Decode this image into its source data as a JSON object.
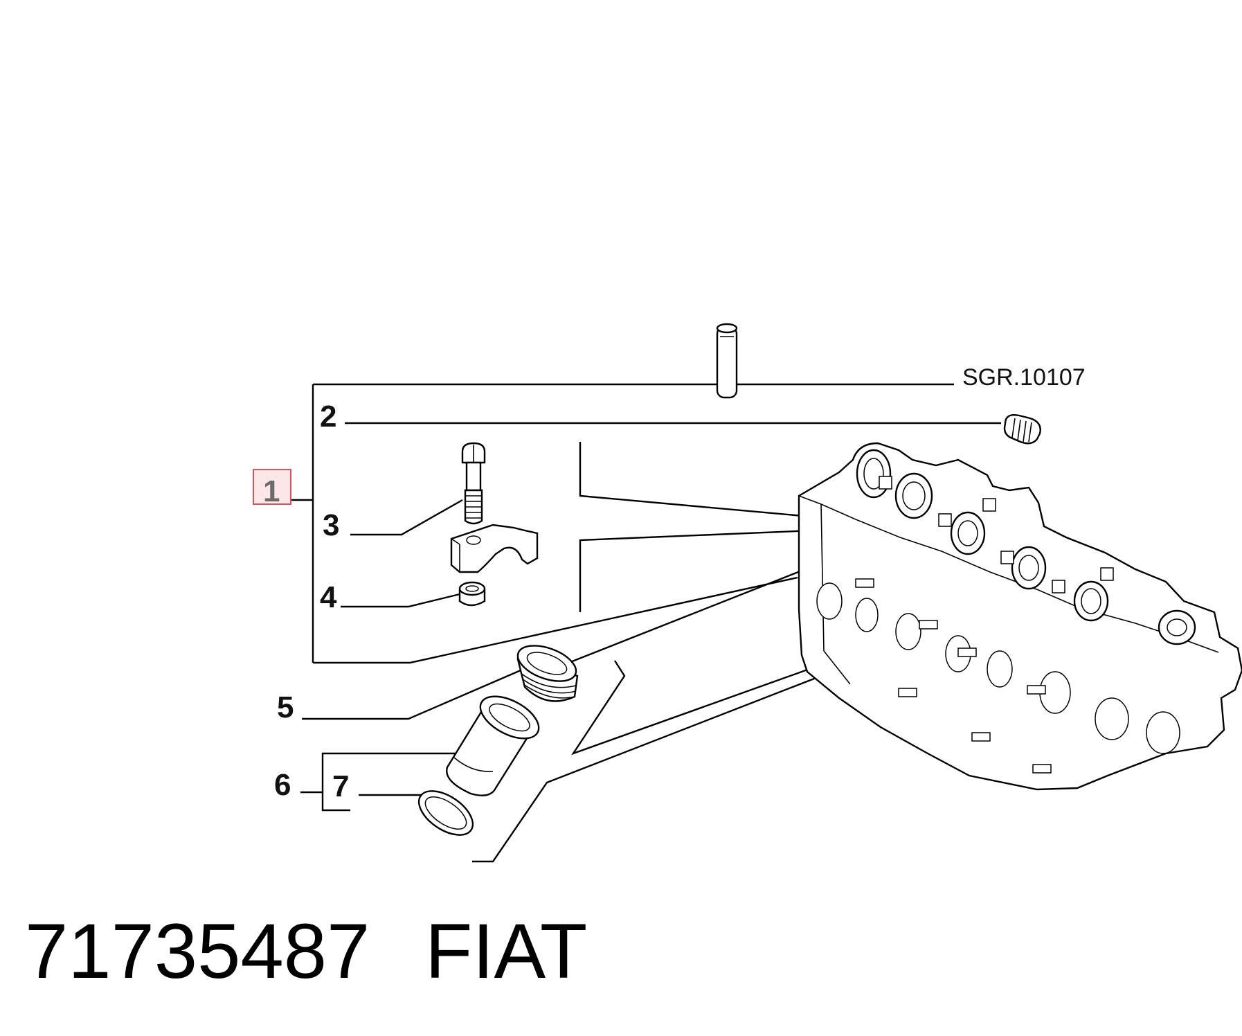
{
  "callouts": {
    "c1": "1",
    "c2": "2",
    "c3": "3",
    "c4": "4",
    "c5": "5",
    "c6": "6",
    "c7": "7"
  },
  "reference": "SGR.10107",
  "footer": {
    "part_number": "71735487",
    "brand": "FIAT"
  },
  "colors": {
    "highlight_border": "#e0505a",
    "highlight_fill": "#fde6e8"
  }
}
